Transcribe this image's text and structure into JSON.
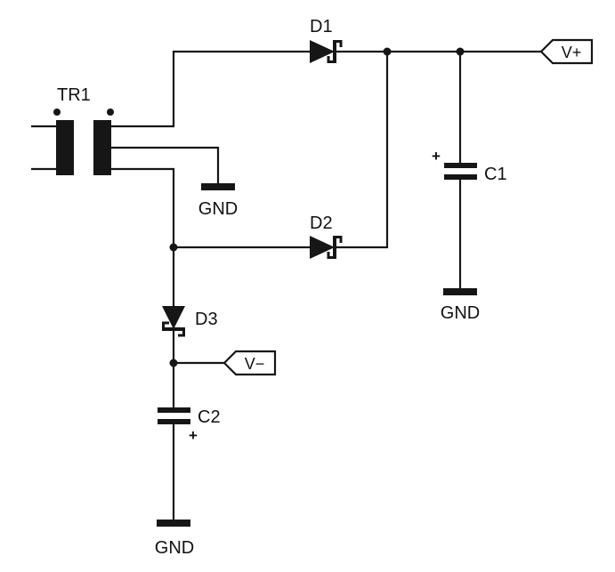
{
  "schematic": {
    "colors": {
      "ink": "#161616",
      "background": "#ffffff"
    },
    "labels": {
      "transformer": "TR1",
      "diode1": "D1",
      "diode2": "D2",
      "diode3": "D3",
      "cap1": "C1",
      "cap2": "C2",
      "cap1_polarity": "+",
      "cap2_polarity": "+",
      "gnd_center_tap": "GND",
      "gnd_cap1": "GND",
      "gnd_cap2": "GND",
      "terminal_positive": "V+",
      "terminal_negative": "V−"
    }
  }
}
